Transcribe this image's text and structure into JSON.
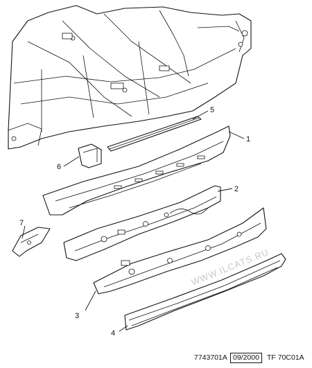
{
  "callouts": [
    {
      "id": "1",
      "label": "1"
    },
    {
      "id": "2",
      "label": "2"
    },
    {
      "id": "3",
      "label": "3"
    },
    {
      "id": "4",
      "label": "4"
    },
    {
      "id": "5",
      "label": "5"
    },
    {
      "id": "6",
      "label": "6"
    },
    {
      "id": "7",
      "label": "7"
    }
  ],
  "footer": {
    "reference": "7743701A",
    "date": "09/2000",
    "code": "TF 70C01A"
  },
  "watermark": "WWW.ILCATS.RU"
}
